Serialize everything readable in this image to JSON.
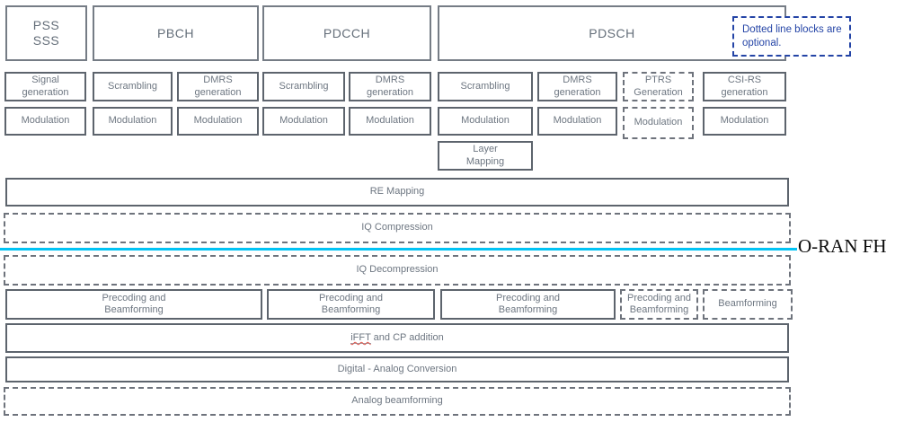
{
  "colors": {
    "solid_border": "#5d646d",
    "dashed_border": "#6e737c",
    "label_text": "#6d7681",
    "note_blue": "#2444a6",
    "fh_line_cyan": "#00c3f5",
    "fh_text_black": "#0b0b0b"
  },
  "channels": {
    "pss": "PSS",
    "sss": "SSS",
    "pbch": "PBCH",
    "pdcch": "PDCCH",
    "pdsch": "PDSCH"
  },
  "note": {
    "text": "Dotted line blocks are optional."
  },
  "row2": [
    {
      "label": "Signal generation",
      "optional": false
    },
    {
      "label": "Scrambling",
      "optional": false
    },
    {
      "label": "DMRS generation",
      "optional": false
    },
    {
      "label": "Scrambling",
      "optional": false
    },
    {
      "label": "DMRS generation",
      "optional": false
    },
    {
      "label": "Scrambling",
      "optional": false
    },
    {
      "label": "DMRS generation",
      "optional": false
    },
    {
      "label": "PTRS Generation",
      "optional": true
    },
    {
      "label": "CSI-RS generation",
      "optional": false
    }
  ],
  "row3": [
    {
      "label": "Modulation",
      "optional": false
    },
    {
      "label": "Modulation",
      "optional": false
    },
    {
      "label": "Modulation",
      "optional": false
    },
    {
      "label": "Modulation",
      "optional": false
    },
    {
      "label": "Modulation",
      "optional": false
    },
    {
      "label": "Modulation",
      "optional": false
    },
    {
      "label": "Modulation",
      "optional": false
    },
    {
      "label": "Modulation",
      "optional": true
    },
    {
      "label": "Modulation",
      "optional": false
    }
  ],
  "layer_mapping": {
    "label": "Layer Mapping"
  },
  "re_mapping": {
    "label": "RE Mapping"
  },
  "iq_compression": {
    "label": "IQ Compression",
    "optional": true
  },
  "iq_decompression": {
    "label": "IQ Decompression",
    "optional": true
  },
  "oran_fh": {
    "label": "O-RAN FH"
  },
  "precoding_row": [
    {
      "label": "Precoding and Beamforming",
      "optional": false
    },
    {
      "label": "Precoding and Beamforming",
      "optional": false
    },
    {
      "label": "Precoding and Beamforming",
      "optional": false
    },
    {
      "label": "Precoding and Beamforming",
      "optional": true
    },
    {
      "label": "Beamforming",
      "optional": true
    }
  ],
  "ifft": {
    "underlined": "iFFT",
    "rest": " and CP addition"
  },
  "dac": {
    "label": "Digital - Analog Conversion"
  },
  "analog_beamforming": {
    "label": "Analog beamforming",
    "optional": true
  }
}
